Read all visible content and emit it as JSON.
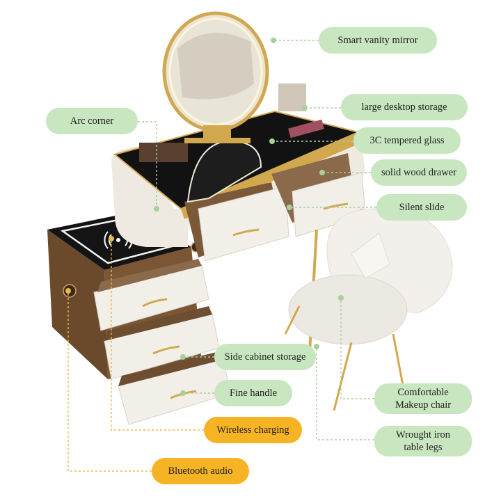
{
  "colors": {
    "label_green": "#c8e6c0",
    "label_orange": "#f6b323",
    "leader_green": "#a8cf9c",
    "leader_orange": "#e9b84a",
    "gold_trim": "#d2a84f",
    "glass_black": "#121212",
    "cabinet_white": "#f2efe9"
  },
  "labels": {
    "smart_vanity_mirror": "Smart vanity mirror",
    "arc_corner": "Arc corner",
    "large_desktop_storage": "large desktop storage",
    "tempered_glass_3c": "3C tempered glass",
    "solid_wood_drawer": "solid wood drawer",
    "silent_slide": "Silent slide",
    "side_cabinet_storage": "Side cabinet storage",
    "fine_handle": "Fine handle",
    "comfortable_makeup_chair": "Comfortable\nMakeup chair",
    "wireless_charging": "Wireless charging",
    "wrought_iron_table_legs": "Wrought iron\ntable legs",
    "bluetooth_audio": "Bluetooth audio"
  }
}
